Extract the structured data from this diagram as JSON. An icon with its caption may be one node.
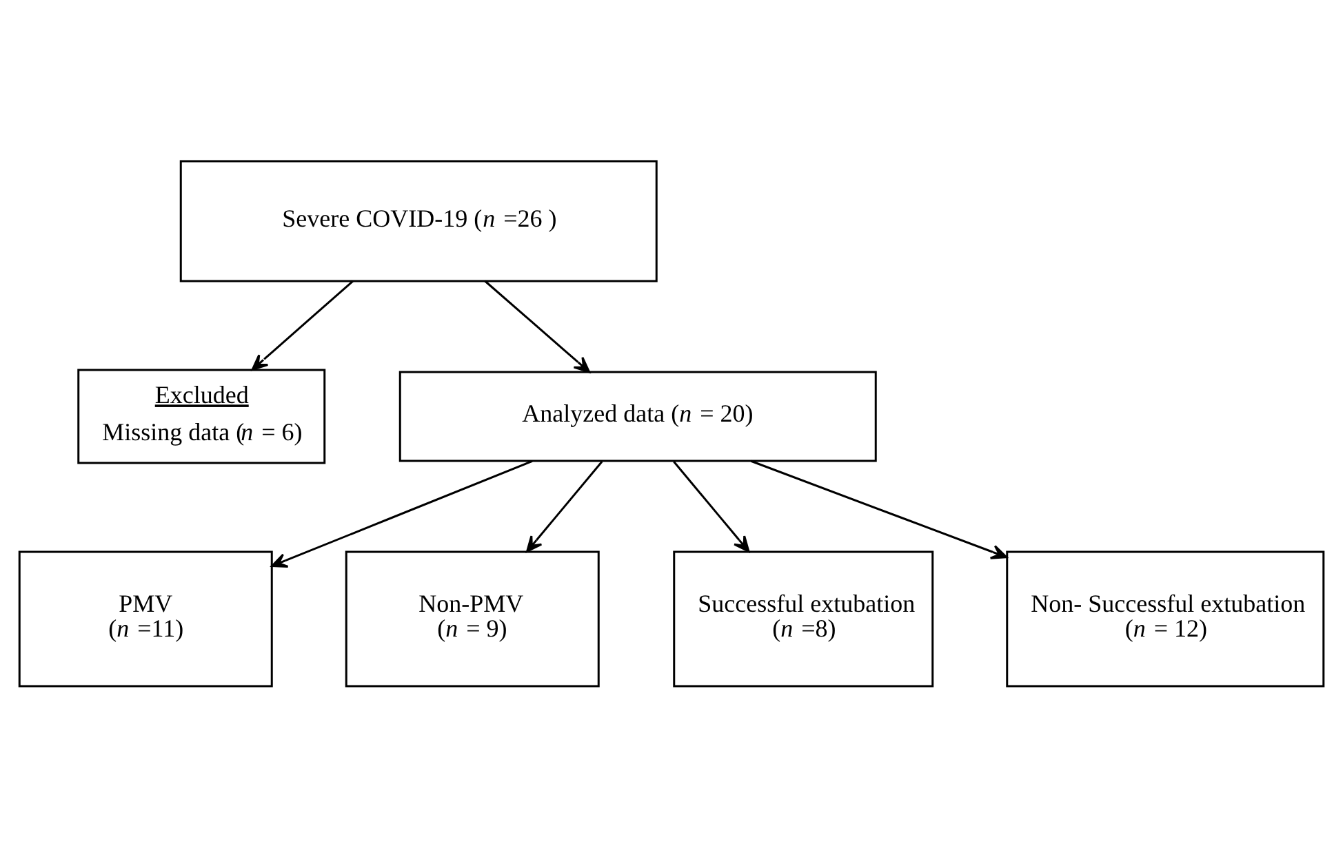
{
  "diagram": {
    "nodes": [
      {
        "text": [
          "Severe COVID-19 (*n* =26 )"
        ]
      },
      {
        "text": [
          "Excluded",
          "Missing data (*n* = 6)"
        ]
      },
      {
        "text": [
          "Analyzed data (*n* = 20)"
        ]
      },
      {
        "text": [
          "PMV (*n* =11)"
        ]
      },
      {
        "text": [
          "Non-PMV (*n* = 9)"
        ]
      },
      {
        "text": [
          "Successful extubation (*n* =8)"
        ]
      },
      {
        "text": [
          "Non- Successful extubation (*n* = 12)"
        ]
      }
    ],
    "edges": [
      {
        "from": 0,
        "to": 2,
        "arrow": "to"
      },
      {
        "from": 0,
        "to": 1,
        "arrow": "to"
      },
      {
        "from": 2,
        "to": 3,
        "arrow": "to"
      },
      {
        "from": 2,
        "to": 4,
        "arrow": "to"
      },
      {
        "from": 2,
        "to": 5,
        "arrow": "to"
      },
      {
        "from": 2,
        "to": 6,
        "arrow": "to"
      }
    ]
  }
}
